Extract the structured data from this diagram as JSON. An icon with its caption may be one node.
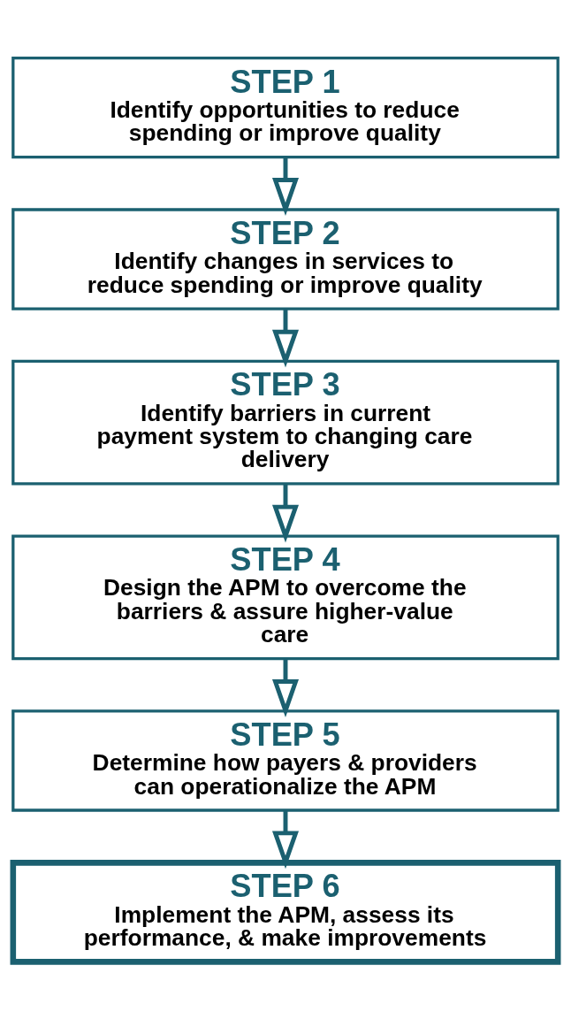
{
  "diagram": {
    "nodes": [
      {
        "text": [
          "STEP 1",
          "Identify opportunities to reduce spending or improve quality"
        ]
      },
      {
        "text": [
          "STEP 2",
          "Identify changes in services to reduce spending or improve quality"
        ]
      },
      {
        "text": [
          "STEP 3",
          "Identify barriers in current payment system to changing care delivery"
        ]
      },
      {
        "text": [
          "STEP 4",
          "Design the APM to overcome the barriers & assure higher-value care"
        ]
      },
      {
        "text": [
          "STEP 5",
          "Determine how payers & providers can operationalize the APM"
        ]
      },
      {
        "text": [
          "STEP 6",
          "Implement the APM, assess its performance, & make improvements"
        ]
      }
    ],
    "edges": [
      {
        "from": 0,
        "to": 1,
        "arrow": "to"
      },
      {
        "from": 1,
        "to": 2,
        "arrow": "to"
      },
      {
        "from": 2,
        "to": 3,
        "arrow": "to"
      },
      {
        "from": 3,
        "to": 4,
        "arrow": "to"
      },
      {
        "from": 4,
        "to": 5,
        "arrow": "to"
      }
    ]
  }
}
